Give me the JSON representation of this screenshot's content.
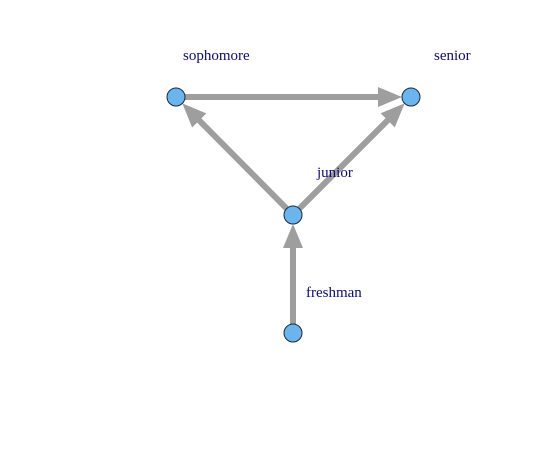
{
  "diagram": {
    "nodes": [
      {
        "id": "sophomore",
        "label": "sophomore"
      },
      {
        "id": "senior",
        "label": "senior"
      },
      {
        "id": "junior",
        "label": "junior"
      },
      {
        "id": "freshman",
        "label": "freshman"
      }
    ],
    "edges": [
      {
        "from": "sophomore",
        "to": "senior"
      },
      {
        "from": "junior",
        "to": "sophomore"
      },
      {
        "from": "junior",
        "to": "senior"
      },
      {
        "from": "freshman",
        "to": "junior"
      }
    ],
    "colors": {
      "node_fill": "#6cb4ee",
      "node_stroke": "#1a2a3a",
      "edge": "#9e9e9e",
      "label": "#0b0b6e"
    }
  }
}
